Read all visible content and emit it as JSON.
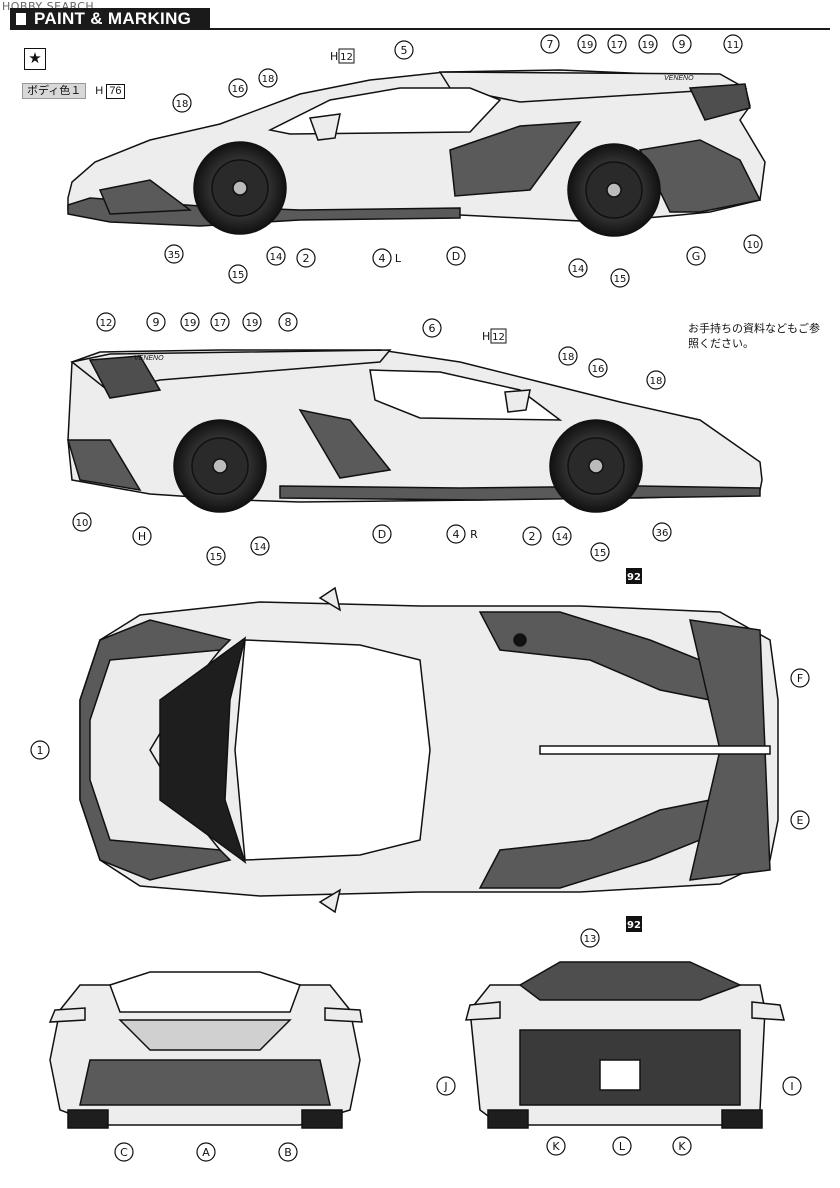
{
  "watermark": "HOBBY SEARCH",
  "header": {
    "title": "PAINT & MARKING"
  },
  "star_symbol": "★",
  "body_color": {
    "label": "ボディ色１",
    "code_prefix": "H",
    "code": "76"
  },
  "top_code": {
    "prefix": "H",
    "code": "12"
  },
  "note": "お手持ちの資料などもご参照ください。",
  "side_left_callouts": [
    "18",
    "16",
    "18",
    "5",
    "7",
    "19",
    "17",
    "19",
    "9",
    "11",
    "35",
    "15",
    "14",
    "2",
    "4",
    "L",
    "D",
    "14",
    "15",
    "G",
    "10"
  ],
  "side_right_callouts": [
    "12",
    "9",
    "19",
    "17",
    "19",
    "8",
    "6",
    "18",
    "16",
    "18",
    "10",
    "H",
    "15",
    "14",
    "D",
    "4",
    "R",
    "2",
    "14",
    "15",
    "36"
  ],
  "top_view_callouts": [
    "92",
    "1",
    "F",
    "E",
    "92"
  ],
  "front_view_callouts": [
    "C",
    "A",
    "B"
  ],
  "rear_view_callouts": [
    "13",
    "J",
    "I",
    "K",
    "L",
    "K"
  ],
  "badge_92": "92",
  "car_lettering": "VENENO",
  "colors": {
    "ink": "#111111",
    "dark_panel": "#5a5a5a",
    "light_panel": "#ececec",
    "header": "#1a1a1a"
  }
}
